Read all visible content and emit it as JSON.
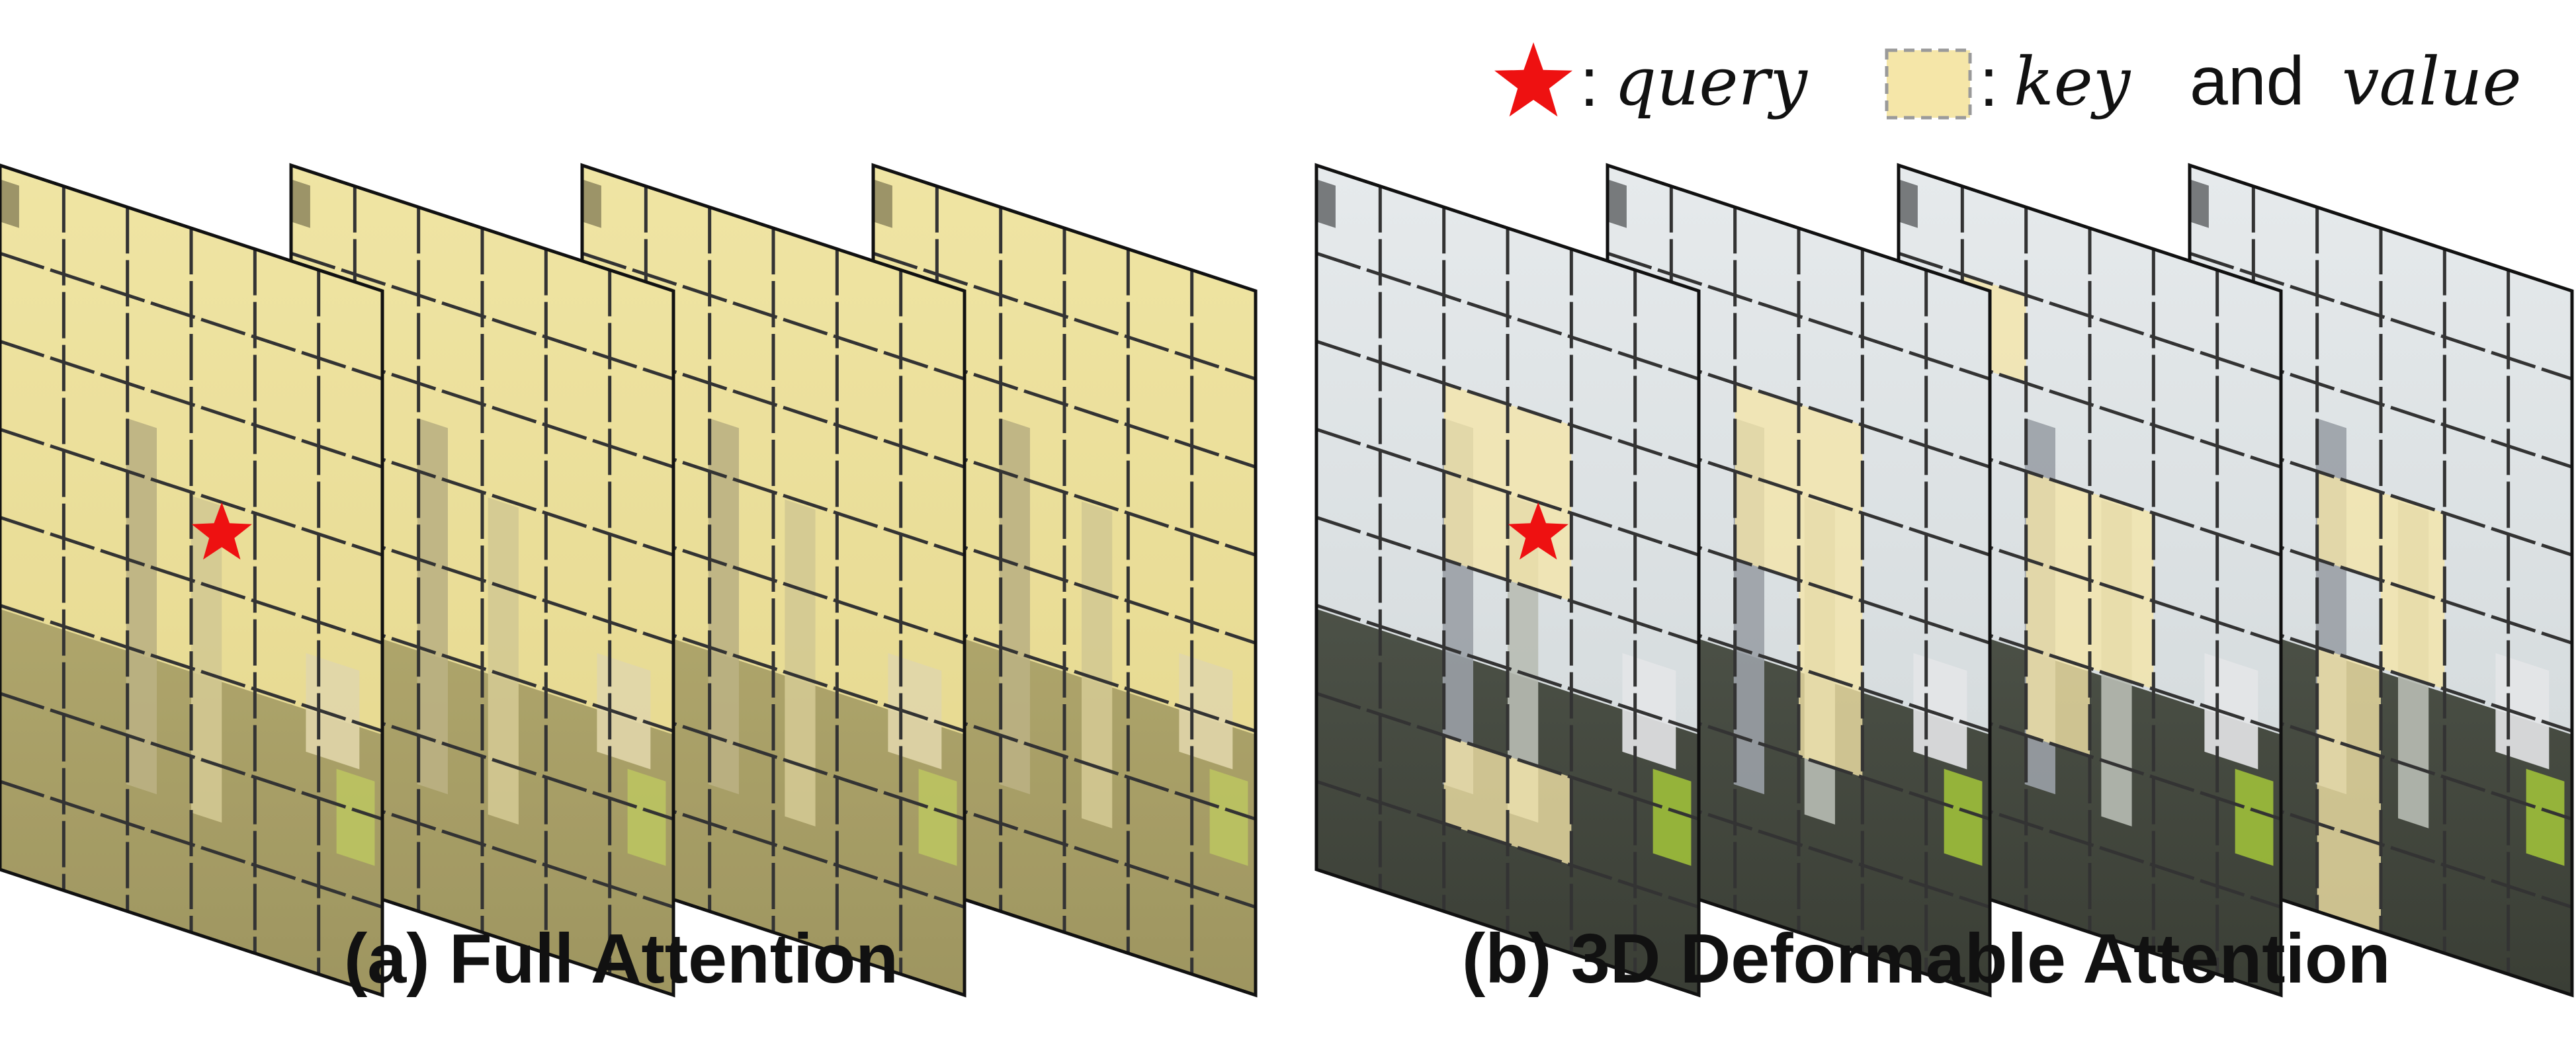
{
  "legend": {
    "star_sep": ":",
    "query_text": "query",
    "box_sep": ":",
    "key_text": "key",
    "and_text": "and",
    "value_text": "value"
  },
  "panels": [
    {
      "caption": "(a) Full Attention",
      "frames": 4,
      "mode": "full"
    },
    {
      "caption": "(b) 3D Deformable Attention",
      "frames": 4,
      "mode": "deformable"
    }
  ],
  "colors": {
    "query_star": "#ee1111",
    "key_value_fill": "#f5e6a8",
    "grid_line": "#333333",
    "frame_border": "#111111",
    "wall_full": "#e9df9e",
    "floor_full": "#8a8552",
    "wall_deformable": "#dfe4e6",
    "floor_deformable": "#43483f"
  },
  "icons": {
    "query": "red-star-icon",
    "key_value": "dashed-yellow-square-icon"
  }
}
